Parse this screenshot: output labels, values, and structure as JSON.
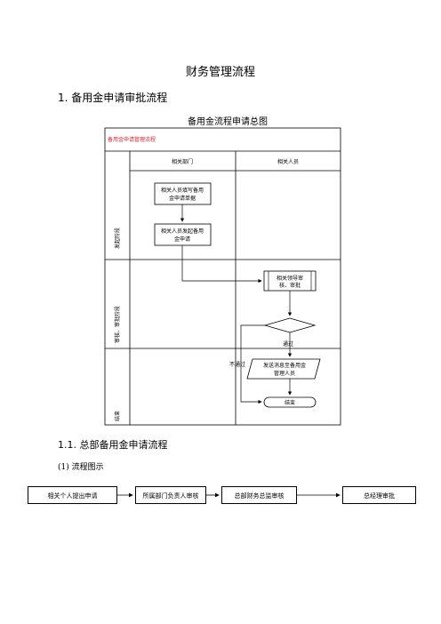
{
  "doc_title": "财务管理流程",
  "section1": "1. 备用金申请审批流程",
  "diagram_caption": "备用金流程申请总图",
  "flowchart": {
    "pool_title": "备用金申请管理流程",
    "col1": "相关部门",
    "col2": "相关人员",
    "lane1": "发起阶段",
    "lane2": "审核、审批阶段",
    "lane3": "结束",
    "node_fill_l1": "相关人员填写备用",
    "node_fill_l2": "金申请单据",
    "node_start_l1": "相关人员发起备用",
    "node_start_l2": "金申请",
    "node_review_l1": "相关领导审",
    "node_review_l2": "核、审批",
    "pass_label": "通过",
    "reject_label": "不通过",
    "node_notify_l1": "发送消息至备用金",
    "node_notify_l2": "管理人员",
    "node_end": "结束",
    "pool_title_color": "#d9262c"
  },
  "section2": "1.1. 总部备用金申请流程",
  "subsection": "(1)  流程图示",
  "process_steps": [
    "相关个人提出申请",
    "所属部门负责人审核",
    "总部财务总监审核",
    "总经理审批"
  ]
}
